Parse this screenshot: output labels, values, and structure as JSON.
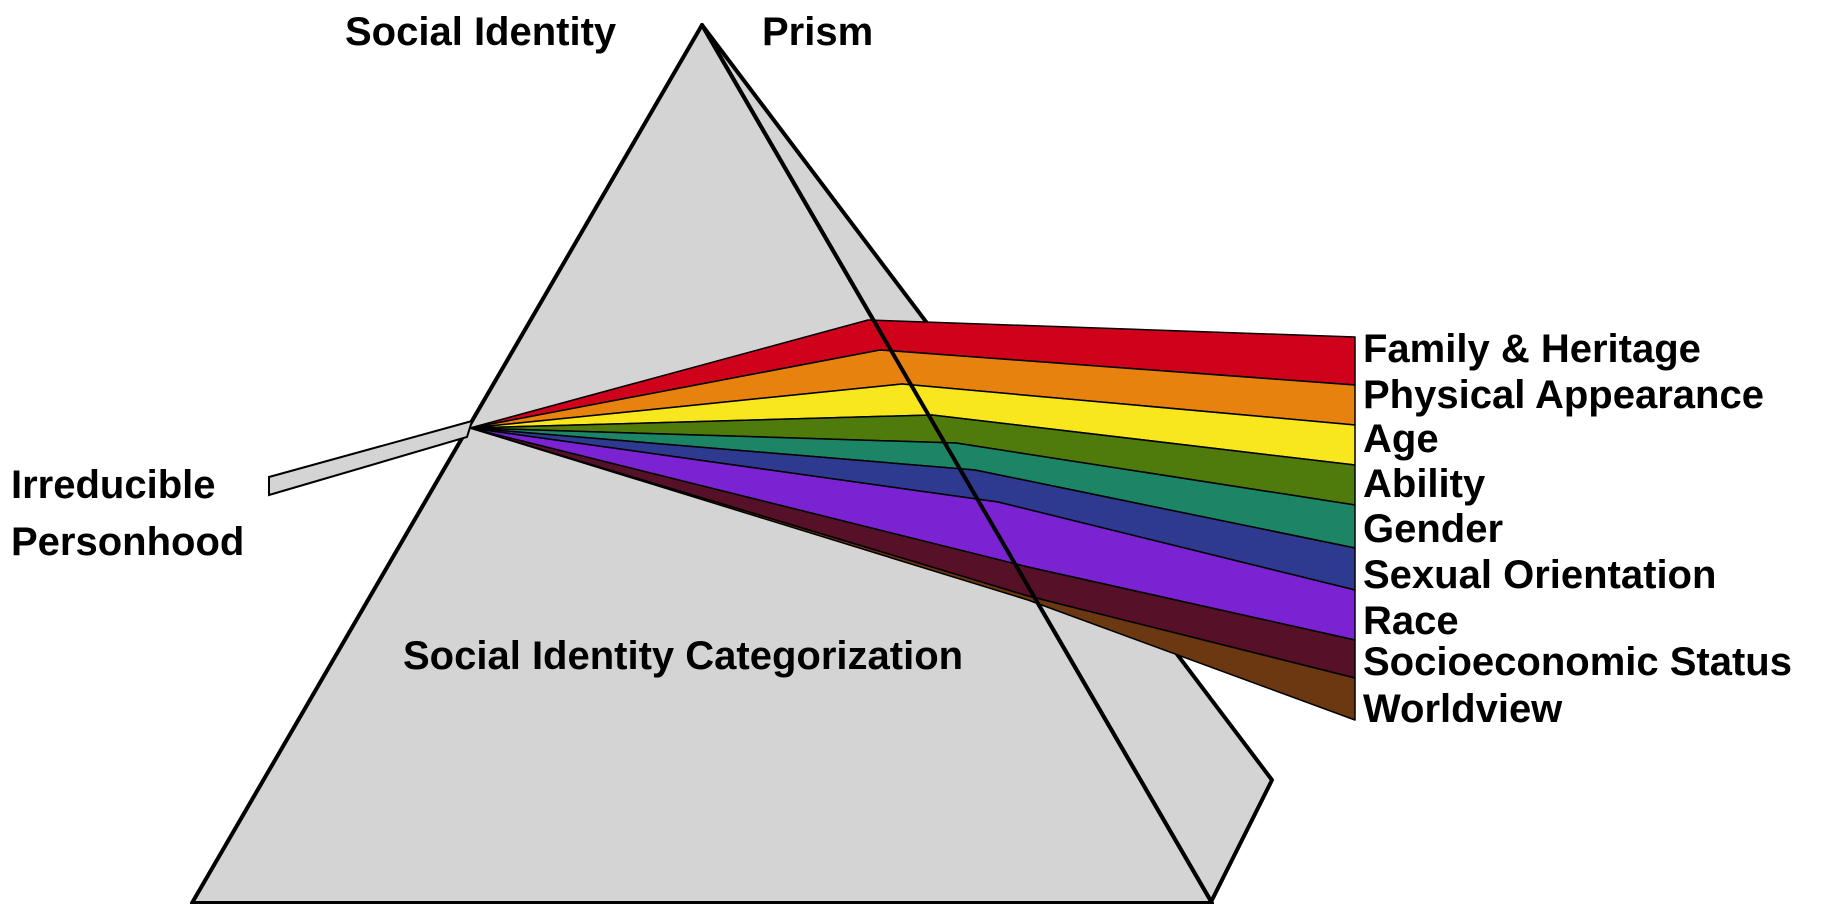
{
  "diagram": {
    "title_left": "Social Identity",
    "title_right": "Prism",
    "input_label_line1": "Irreducible",
    "input_label_line2": "Personhood",
    "prism_label": "Social Identity Categorization",
    "prism_color": "#d4d4d4",
    "bands": [
      {
        "label": "Family & Heritage",
        "color": "#d0021b"
      },
      {
        "label": "Physical Appearance",
        "color": "#e8820f"
      },
      {
        "label": "Age",
        "color": "#f8e71c"
      },
      {
        "label": "Ability",
        "color": "#4f7a0c"
      },
      {
        "label": "Gender",
        "color": "#1b8566"
      },
      {
        "label": "Sexual Orientation",
        "color": "#2e3990"
      },
      {
        "label": "Race",
        "color": "#7b22d2"
      },
      {
        "label": "Socioeconomic Status",
        "color": "#561028"
      },
      {
        "label": "Worldview",
        "color": "#6c3812"
      }
    ]
  }
}
